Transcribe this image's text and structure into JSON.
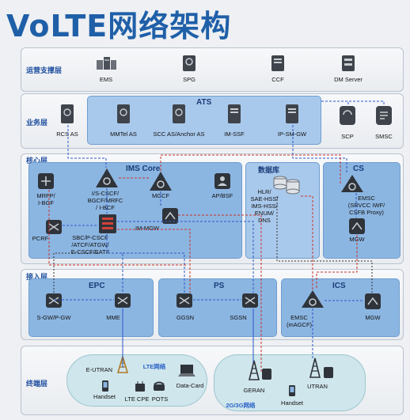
{
  "title": "VoLTE网络架构",
  "layers": {
    "ops": "运营支撑层",
    "service": "业务层",
    "core": "核心层",
    "access": "接入层",
    "terminal": "终端层"
  },
  "ops_nodes": [
    "EMS",
    "SPG",
    "CCF",
    "DM Server"
  ],
  "service": {
    "ats_title": "ATS",
    "rcs": "RCS AS",
    "mmtel": "MMTel AS",
    "scc": "SCC AS/Anchor AS",
    "imssf": "IM-SSF",
    "ipsmgw": "IP-SM-GW",
    "scp": "SCP",
    "smsc": "SMSC"
  },
  "core": {
    "ims_title": "IMS Core",
    "db_title": "数据库",
    "cs_title": "CS",
    "mrfp": "MRFP/\nI-BGF",
    "cscf": "I/S-CSCF/\nBGCF/MRFC\n/ I-BCF",
    "mgcf": "MGCF",
    "apbsf": "AP/BSF",
    "pcrf": "PCRF",
    "sbc": "SBC/P-CSCF\n/ATCF/ATGW/\nE-CSCF/EATF",
    "immgw": "IM-MGW",
    "hlr": "HLR/\nSAE-HSS/\nIMS-HSS/\nENUM/\nDNS",
    "emsc": "EMSC\n(SRVCC IWF/\nCSFB Proxy)",
    "mgw": "MGW"
  },
  "access": {
    "epc_title": "EPC",
    "ps_title": "PS",
    "ics_title": "ICS",
    "sgw": "S-GW/P-GW",
    "mme": "MME",
    "ggsn": "GGSN",
    "sgsn": "SGSN",
    "emsc": "EMSC\n(mAGCF)",
    "mgw": "MGW"
  },
  "terminal": {
    "eutran": "E-UTRAN",
    "lte_net": "LTE网络",
    "datacard": "Data-Card",
    "handset1": "Handset",
    "ltecpe": "LTE CPE",
    "pots": "POTS",
    "geran": "GERAN",
    "utran": "UTRAN",
    "handset2": "Handset",
    "net23g": "2G/3G网络"
  }
}
